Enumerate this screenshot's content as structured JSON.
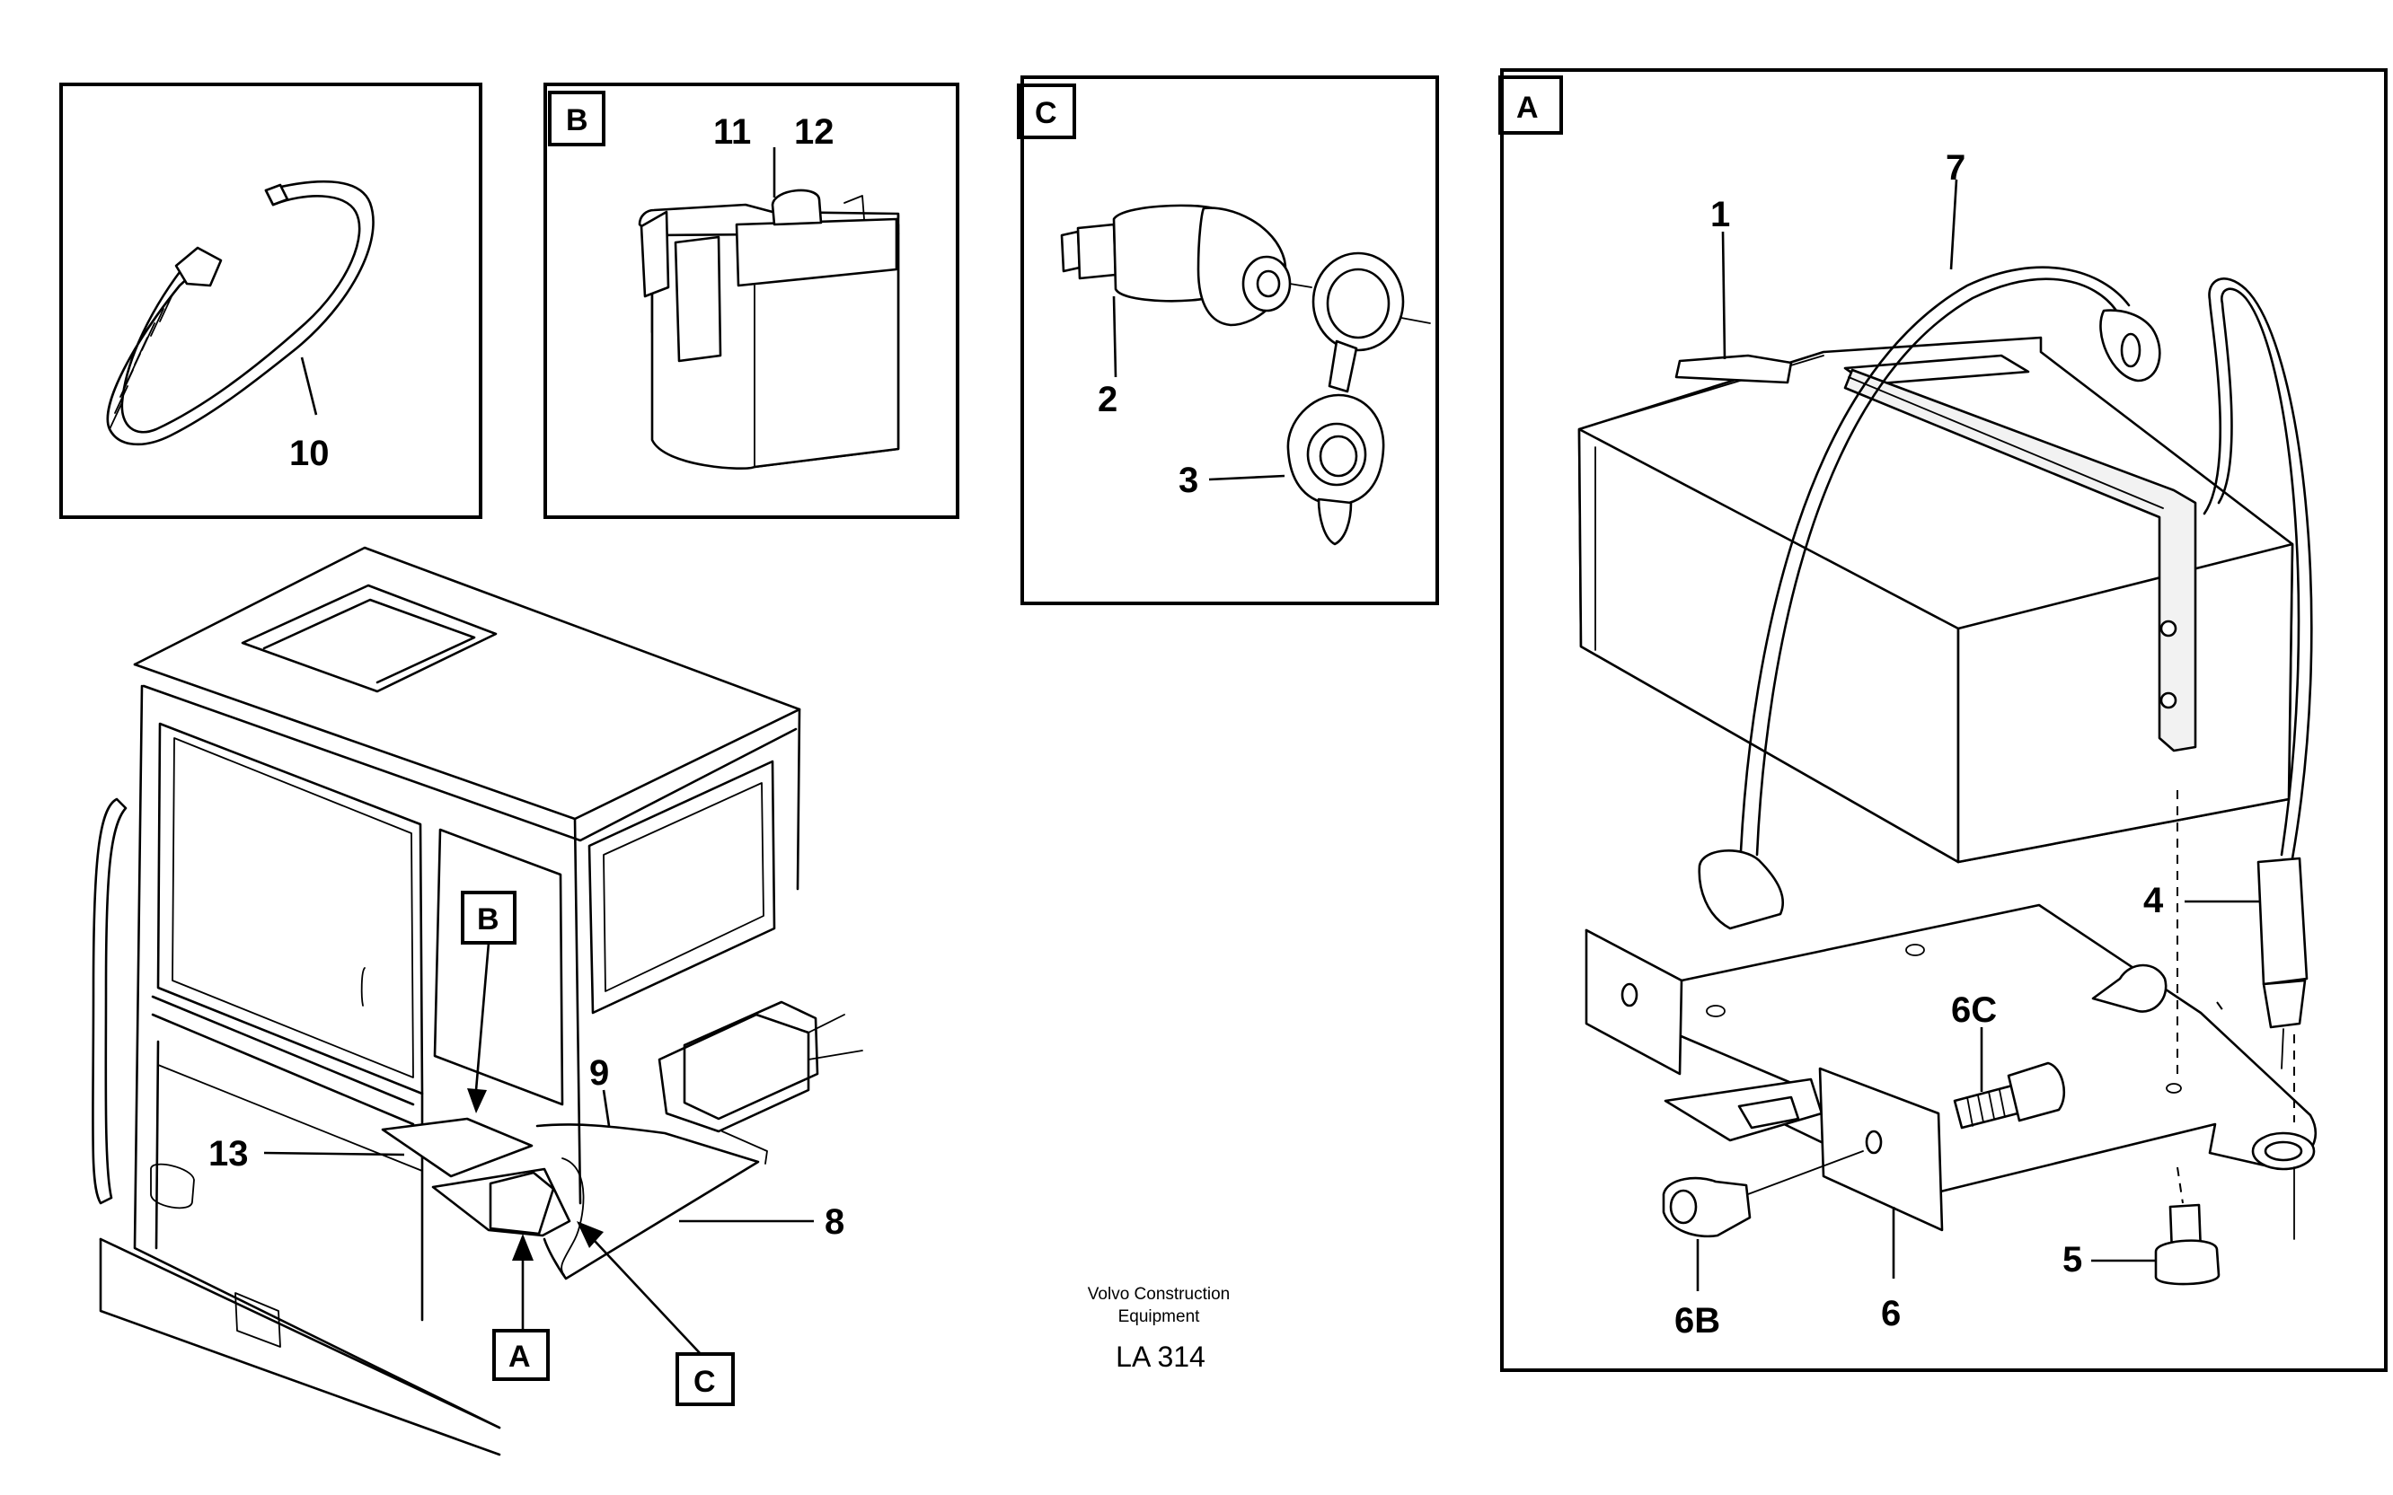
{
  "panels": {
    "strap": {
      "part_label": "10"
    },
    "B": {
      "tag": "B",
      "part_labels": [
        "11",
        "12"
      ]
    },
    "C": {
      "tag": "C",
      "part_labels": [
        "2",
        "3"
      ]
    },
    "A": {
      "tag": "A",
      "part_labels": [
        "1",
        "7",
        "4",
        "6C",
        "5",
        "6B",
        "6"
      ]
    }
  },
  "cab": {
    "callouts": [
      "B",
      "A",
      "C"
    ],
    "part_labels": [
      "9",
      "13",
      "8"
    ]
  },
  "caption": {
    "line1": "Volvo Construction",
    "line2": "Equipment",
    "code": "LA 314"
  }
}
